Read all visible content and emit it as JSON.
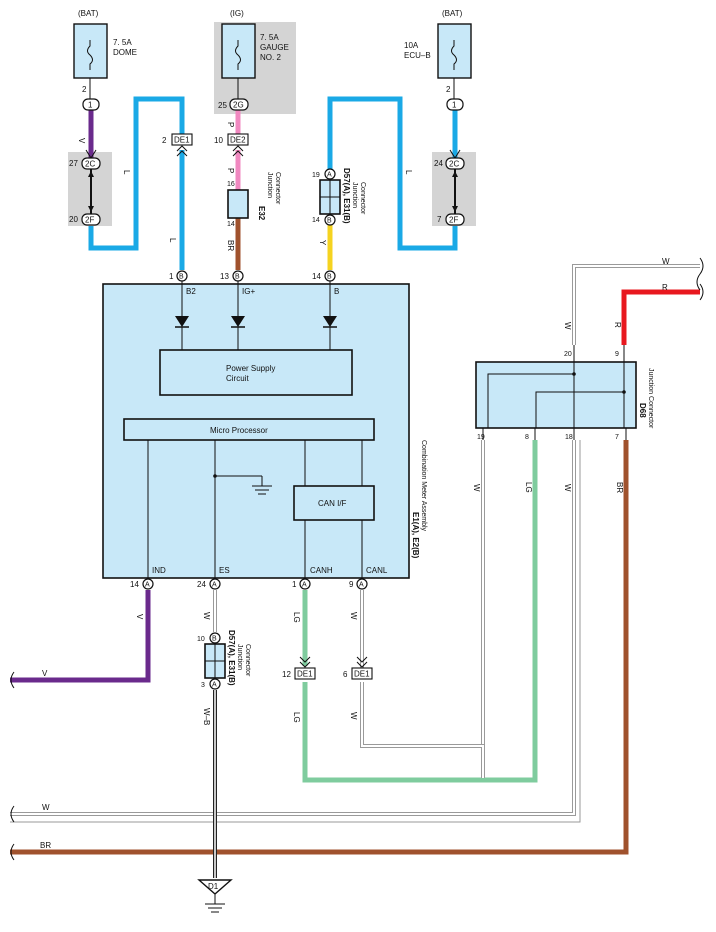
{
  "fuses": {
    "dome": {
      "source": "(BAT)",
      "rating": "7. 5A",
      "name": "DOME"
    },
    "gauge": {
      "source": "(IG)",
      "rating": "7. 5A",
      "name1": "GAUGE",
      "name2": "NO. 2"
    },
    "ecub": {
      "source": "(BAT)",
      "rating": "10A",
      "name": "ECU–B"
    }
  },
  "pins": {
    "p2": "2",
    "p1a": "1",
    "c2c": "2C",
    "p27": "27",
    "c2f": "2F",
    "p20": "20",
    "p2b": "2",
    "p10a": "10",
    "p25": "25",
    "c2g": "2G",
    "p16": "16",
    "p14a": "14",
    "p19": "19",
    "pa": "A",
    "p14b": "14",
    "pb": "B",
    "p2c": "2",
    "p1b": "1",
    "p24": "24",
    "c2cb": "2C",
    "p7": "7",
    "c2fb": "2F",
    "m1": "1",
    "mb1": "B",
    "m13": "13",
    "mb2": "B",
    "m14": "14",
    "mb3": "B",
    "mb2l": "B2",
    "migl": "IG+",
    "mbl": "B",
    "b14": "14",
    "ba1": "A",
    "b24": "24",
    "ba2": "A",
    "b1": "1",
    "ba3": "A",
    "b9": "9",
    "ba4": "A",
    "ind": "IND",
    "es": "ES",
    "canh": "CANH",
    "canl": "CANL",
    "j10": "10",
    "jb": "B",
    "j3": "3",
    "ja": "A",
    "d12": "12",
    "d6": "6",
    "d20": "20",
    "d9": "9",
    "d19": "19",
    "d8": "8",
    "d18": "18",
    "d7": "7"
  },
  "connectors": {
    "de1": "DE1",
    "de2": "DE2",
    "e32": "E32",
    "e32_sub1": "Junction",
    "e32_sub2": "Connector",
    "d57": "D57(A), E31(B)",
    "d57_sub1": "Junction",
    "d57_sub2": "Connector",
    "d57b": "D57(A), E31(B)",
    "d57b_sub1": "Junction",
    "d57b_sub2": "Connector",
    "d68": "D68",
    "d68_sub": "Junction Connector",
    "d1": "D1"
  },
  "meter": {
    "power": "Power Supply",
    "circuit": "Circuit",
    "micro": "Micro Processor",
    "can": "CAN I/F",
    "id": "E1(A), E2(B)",
    "name": "Combination Meter Assembly"
  },
  "wires": {
    "v1": "V",
    "l1": "L",
    "l2": "L",
    "p1": "P",
    "p2": "P",
    "br1": "BR",
    "y1": "Y",
    "l3": "L",
    "w1": "W",
    "r1": "R",
    "w2": "W",
    "r2": "R",
    "w3": "W",
    "lg1": "LG",
    "w4": "W",
    "br2": "BR",
    "v2": "V",
    "w5": "W",
    "lg2": "LG",
    "w6": "W",
    "v3": "V",
    "wb": "W–B",
    "lg3": "LG",
    "w7": "W",
    "w8": "W",
    "br3": "BR"
  },
  "colors": {
    "V": "#6a2a8c",
    "L": "#1aa9e6",
    "P": "#f088c0",
    "BR": "#a0522d",
    "Y": "#f5d320",
    "R": "#e8181f",
    "LG": "#7fcc9e",
    "W": "#b4b4b4",
    "WB": "#222222"
  }
}
